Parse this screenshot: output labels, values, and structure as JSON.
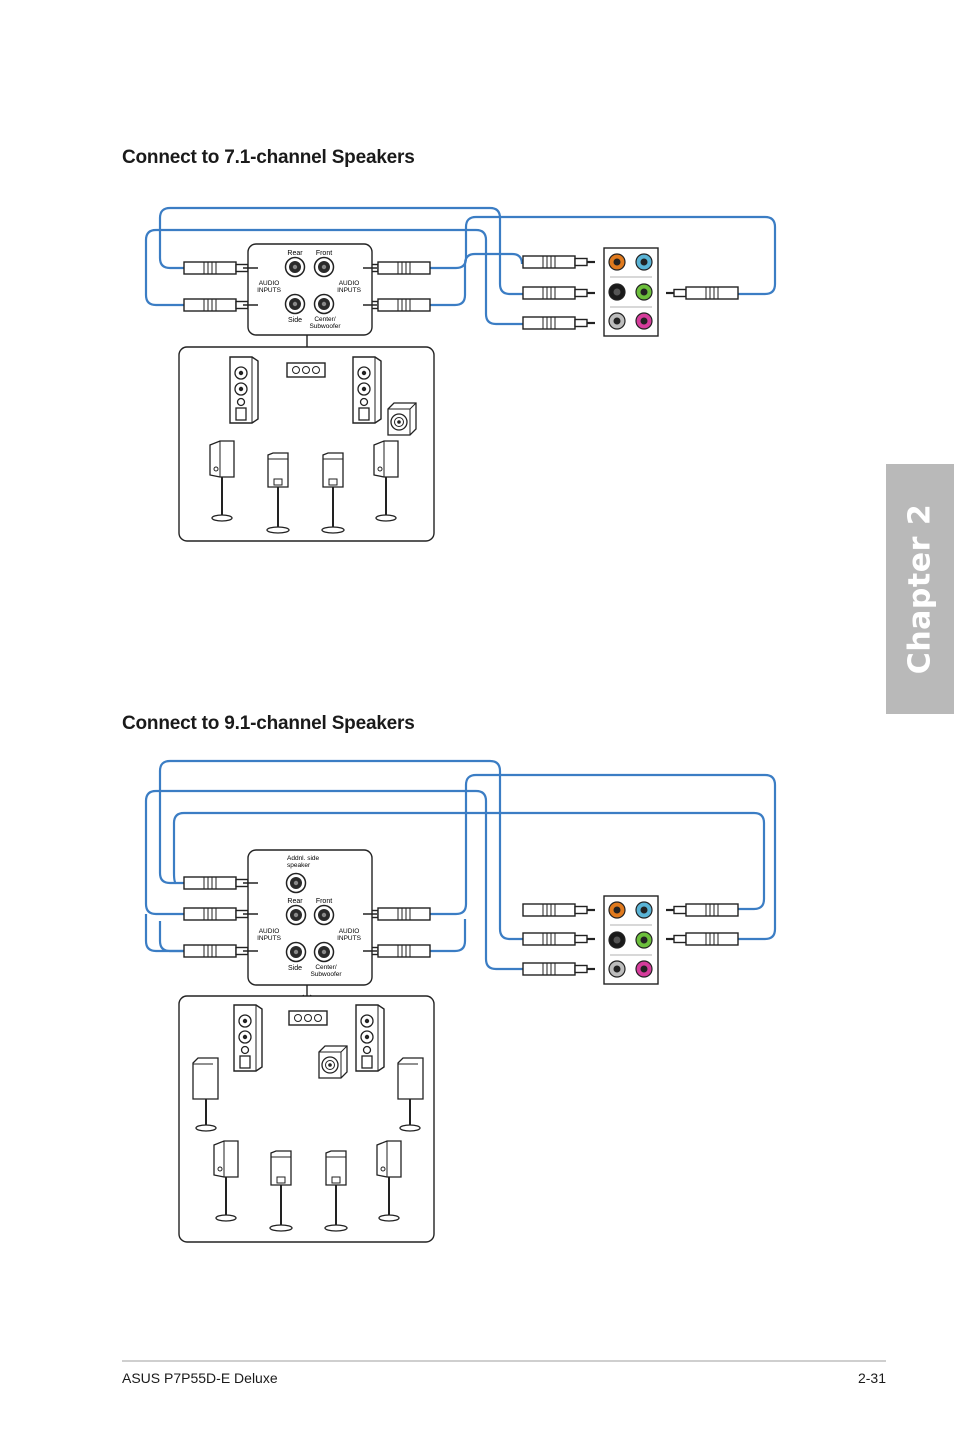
{
  "sections": [
    {
      "title": "Connect to 7.1-channel Speakers",
      "panel": {
        "rear": "Rear",
        "front": "Front",
        "side": "Side",
        "center_line1": "Center/",
        "center_line2": "Subwoofer",
        "audio_line1": "AUDIO",
        "audio_line2": "INPUTS"
      }
    },
    {
      "title": "Connect to 9.1-channel Speakers",
      "panel": {
        "addnl_line1": "Addnl. side",
        "addnl_line2": "speaker",
        "rear": "Rear",
        "front": "Front",
        "side": "Side",
        "center_line1": "Center/",
        "center_line2": "Subwoofer",
        "audio_line1": "AUDIO",
        "audio_line2": "INPUTS"
      }
    }
  ],
  "jack_colors": {
    "orange": "#e07a1e",
    "blue": "#5ab4d6",
    "black": "#1a1a1a",
    "green": "#6cbf3c",
    "gray": "#bdbdbd",
    "pink": "#d63c9c"
  },
  "cable_color": "#3b7dc4",
  "chapter_tab": {
    "label": "Chapter 2"
  },
  "footer": {
    "left": "ASUS P7P55D-E Deluxe",
    "right": "2-31"
  }
}
